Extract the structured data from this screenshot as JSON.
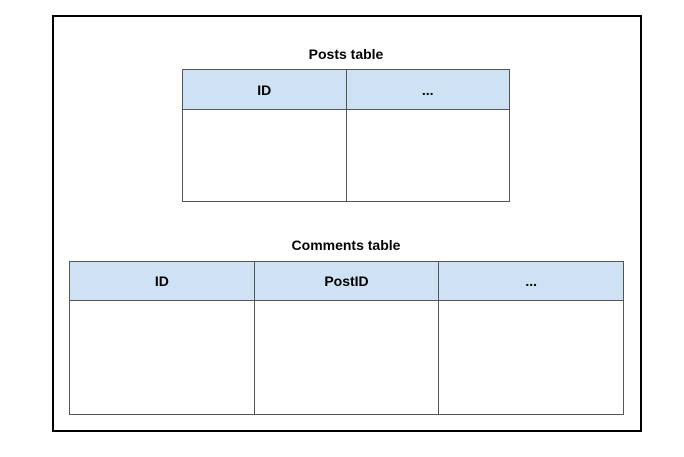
{
  "posts": {
    "title": "Posts table",
    "columns": [
      "ID",
      "..."
    ]
  },
  "comments": {
    "title": "Comments table",
    "columns": [
      "ID",
      "PostID",
      "..."
    ]
  }
}
